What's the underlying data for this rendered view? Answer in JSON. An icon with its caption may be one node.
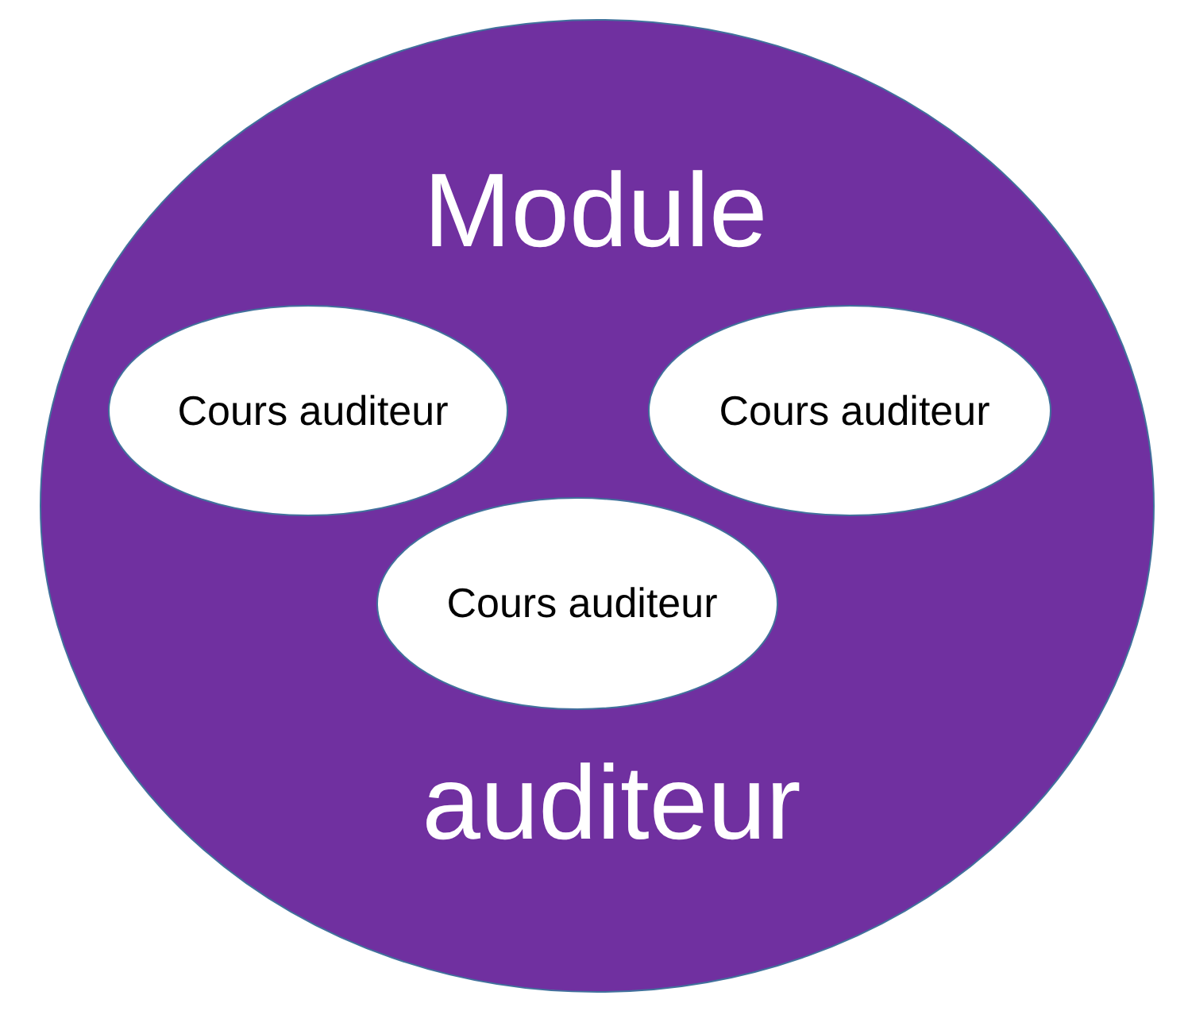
{
  "diagram": {
    "nodes": [
      {
        "text": [
          "Module",
          "auditeur"
        ]
      },
      {
        "text": [
          "Cours auditeur"
        ],
        "in": 0
      },
      {
        "text": [
          "Cours auditeur"
        ],
        "in": 0
      },
      {
        "text": [
          "Cours auditeur"
        ],
        "in": 0
      }
    ]
  }
}
